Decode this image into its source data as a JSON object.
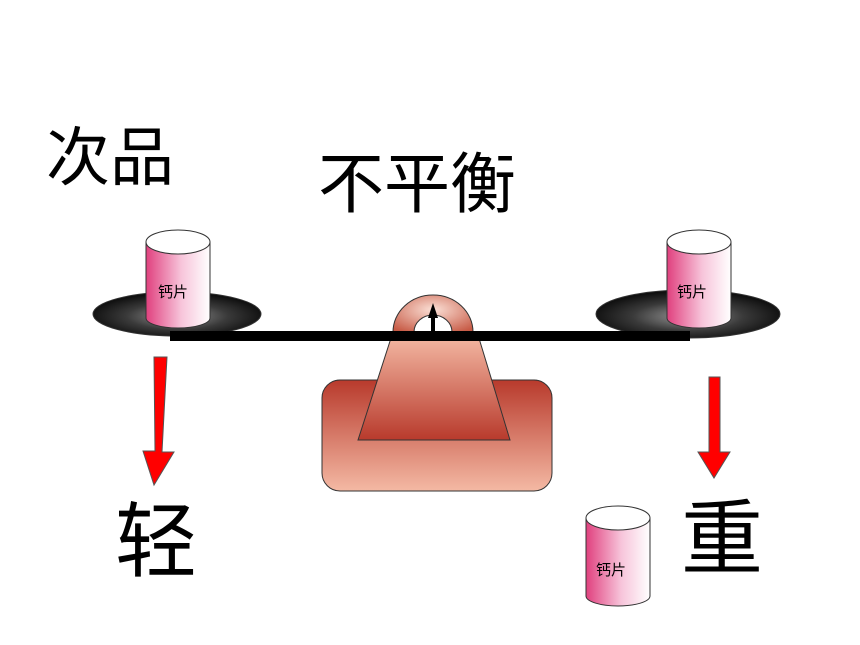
{
  "labels": {
    "defective": "次品",
    "unbalanced": "不平衡",
    "light": "轻",
    "heavy": "重"
  },
  "containers": {
    "left_label": "钙片",
    "right_label": "钙片",
    "spare_label": "钙片"
  },
  "colors": {
    "beam": "#000000",
    "arrow": "#ff0000",
    "base": "#c0392b",
    "container_pink": "#e0407e"
  }
}
